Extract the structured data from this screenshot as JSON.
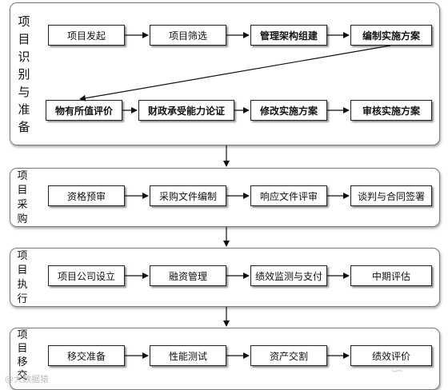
{
  "stages": [
    {
      "label": "项目识别与准备",
      "rows": [
        [
          "项目发起",
          "项目筛选",
          "管理架构组建",
          "编制实施方案"
        ],
        [
          "物有所值评价",
          "财政承受能力论证",
          "修改实施方案",
          "审核实施方案"
        ]
      ]
    },
    {
      "label": "项目采购",
      "rows": [
        [
          "资格预审",
          "采购文件编制",
          "响应文件评审",
          "谈判与合同签署"
        ]
      ]
    },
    {
      "label": "项目执行",
      "rows": [
        [
          "项目公司设立",
          "融资管理",
          "绩效监测与支付",
          "中期评估"
        ]
      ]
    },
    {
      "label": "项目移交",
      "rows": [
        [
          "移交准备",
          "性能测试",
          "资产交割",
          "绩效评价"
        ]
      ]
    }
  ],
  "watermark": "@大数据猿"
}
